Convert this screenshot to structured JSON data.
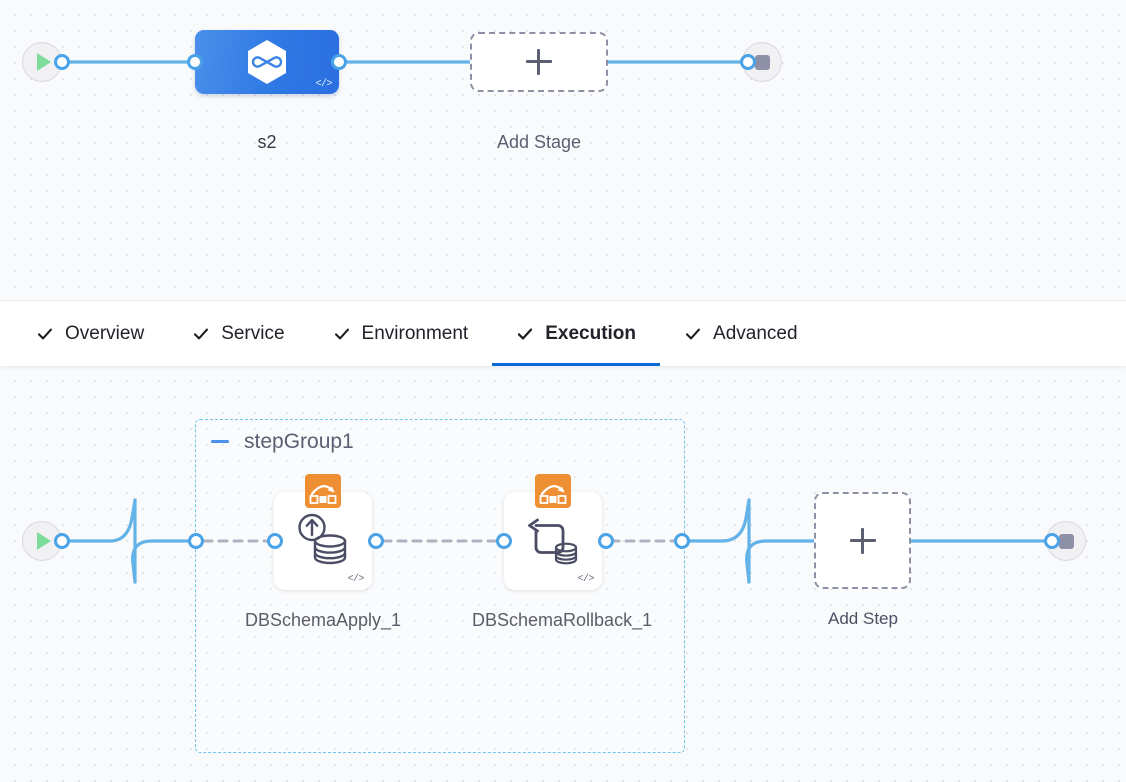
{
  "stage_canvas": {
    "start_node": {
      "icon": "play-icon",
      "name": "pipeline-start"
    },
    "stage": {
      "label": "s2",
      "icon": "hexagon-infinity-icon",
      "code_badge": "</>",
      "color": "#2f79e4"
    },
    "add_stage": {
      "label": "Add Stage",
      "icon": "plus-icon"
    },
    "stop_node": {
      "icon": "stop-icon",
      "name": "pipeline-end"
    }
  },
  "tabs": [
    {
      "label": "Overview",
      "checked": true,
      "active": false
    },
    {
      "label": "Service",
      "checked": true,
      "active": false
    },
    {
      "label": "Environment",
      "checked": true,
      "active": false
    },
    {
      "label": "Execution",
      "checked": true,
      "active": true
    },
    {
      "label": "Advanced",
      "checked": true,
      "active": false
    }
  ],
  "execution_canvas": {
    "start_node": {
      "icon": "play-icon",
      "name": "execution-start"
    },
    "step_group": {
      "title": "stepGroup1",
      "collapse_icon": "minus-icon",
      "steps": [
        {
          "label": "DBSchemaApply_1",
          "icon": "db-schema-apply-icon",
          "badge_icon": "liquibase-icon",
          "code_badge": "</>"
        },
        {
          "label": "DBSchemaRollback_1",
          "icon": "db-schema-rollback-icon",
          "badge_icon": "liquibase-icon",
          "code_badge": "</>"
        }
      ]
    },
    "add_step": {
      "label": "Add Step",
      "icon": "plus-icon"
    },
    "stop_node": {
      "icon": "stop-icon",
      "name": "execution-end"
    }
  },
  "colors": {
    "link": "#63b3e8",
    "port": "#4aa3e8",
    "accent": "#0b68d8",
    "group_border": "#6ec3ef",
    "badge_orange": "#ef8f34",
    "canvas_bg": "#f9fafc"
  }
}
